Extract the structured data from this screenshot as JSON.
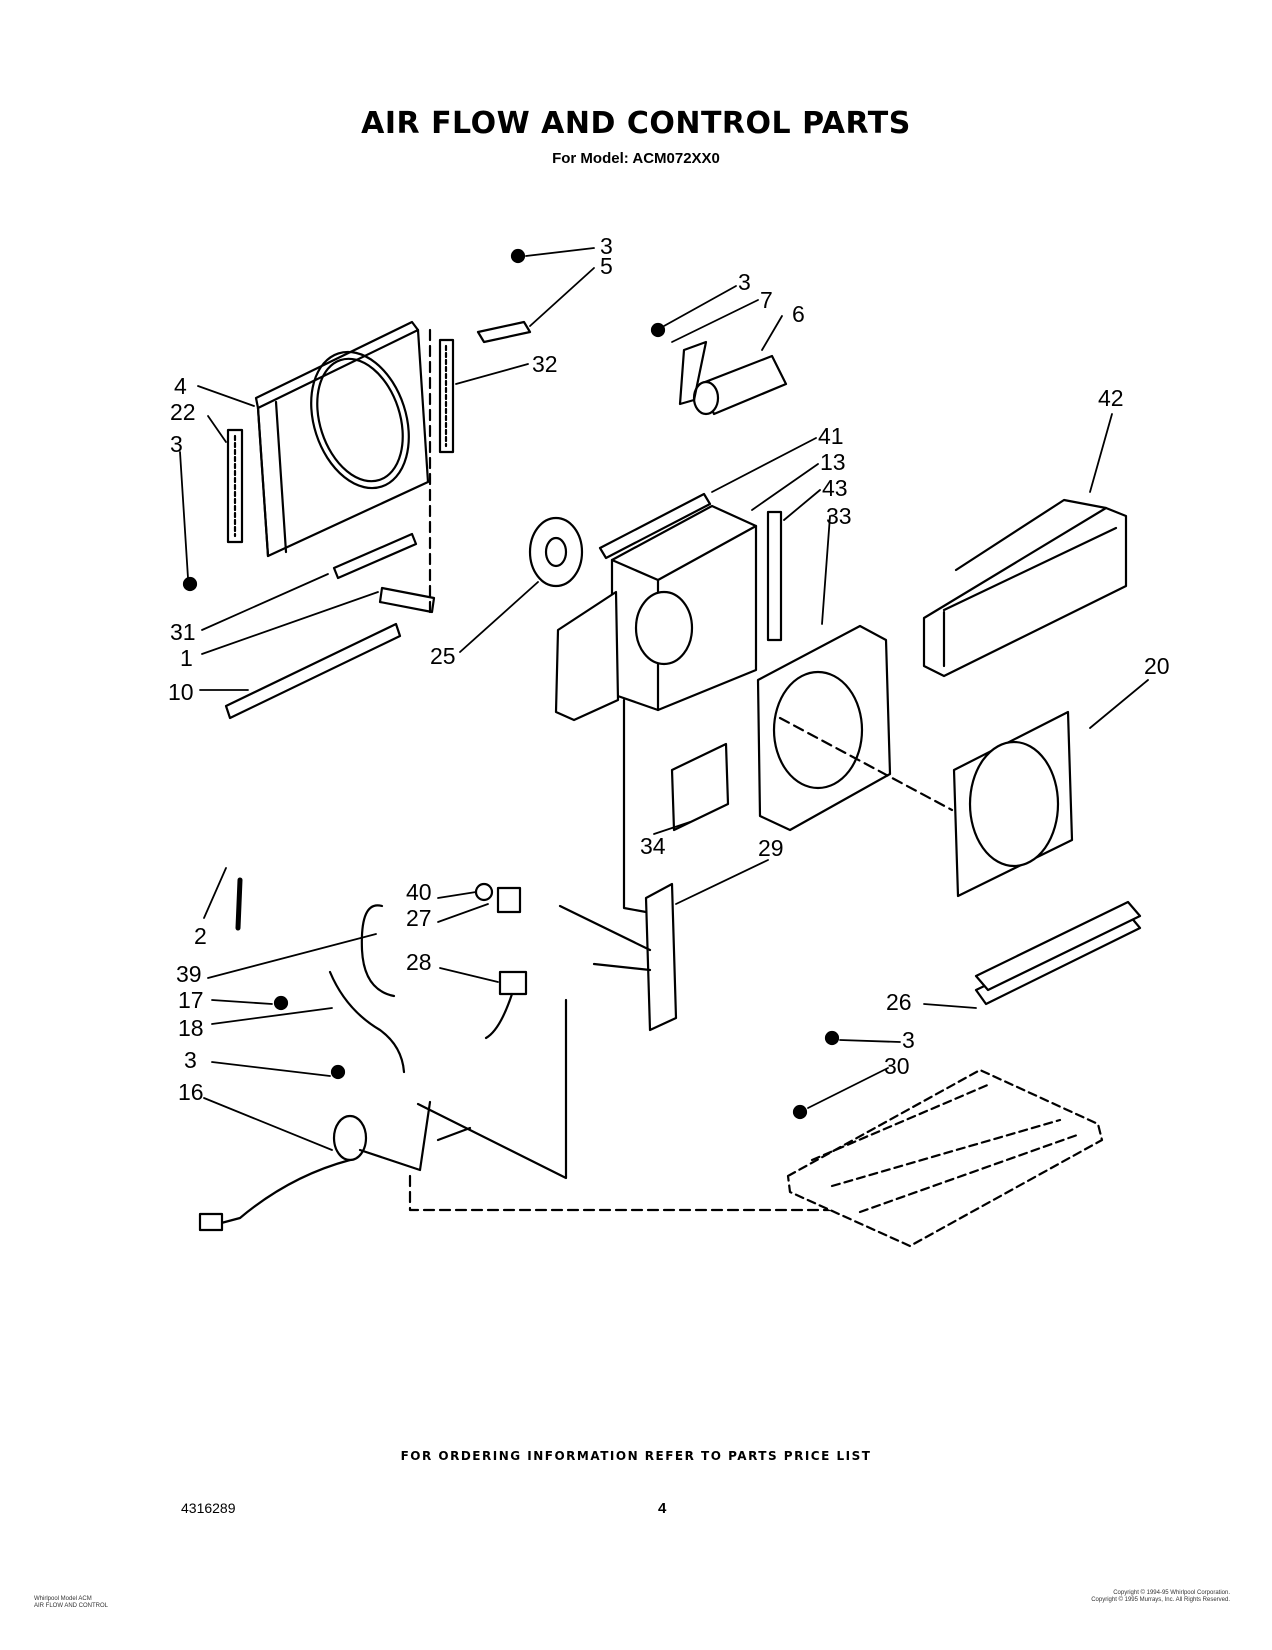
{
  "header": {
    "title": "AIR FLOW AND CONTROL PARTS",
    "subtitle": "For Model: ACM072XX0"
  },
  "callouts": [
    "3",
    "5",
    "3",
    "7",
    "6",
    "32",
    "4",
    "22",
    "3",
    "42",
    "41",
    "13",
    "43",
    "33",
    "31",
    "1",
    "25",
    "10",
    "20",
    "34",
    "29",
    "40",
    "27",
    "2",
    "39",
    "28",
    "17",
    "26",
    "18",
    "3",
    "3",
    "30",
    "16"
  ],
  "footer": {
    "ordering_note": "FOR ORDERING INFORMATION REFER TO PARTS PRICE LIST",
    "doc_number": "4316289",
    "page_number": "4",
    "left_small_1": "Whirlpool Model ACM",
    "left_small_2": "AIR FLOW AND CONTROL",
    "right_small_1": "Copyright © 1994-95 Whirlpool Corporation.",
    "right_small_2": "Copyright © 1995 Murrays, Inc. All Rights Reserved."
  }
}
